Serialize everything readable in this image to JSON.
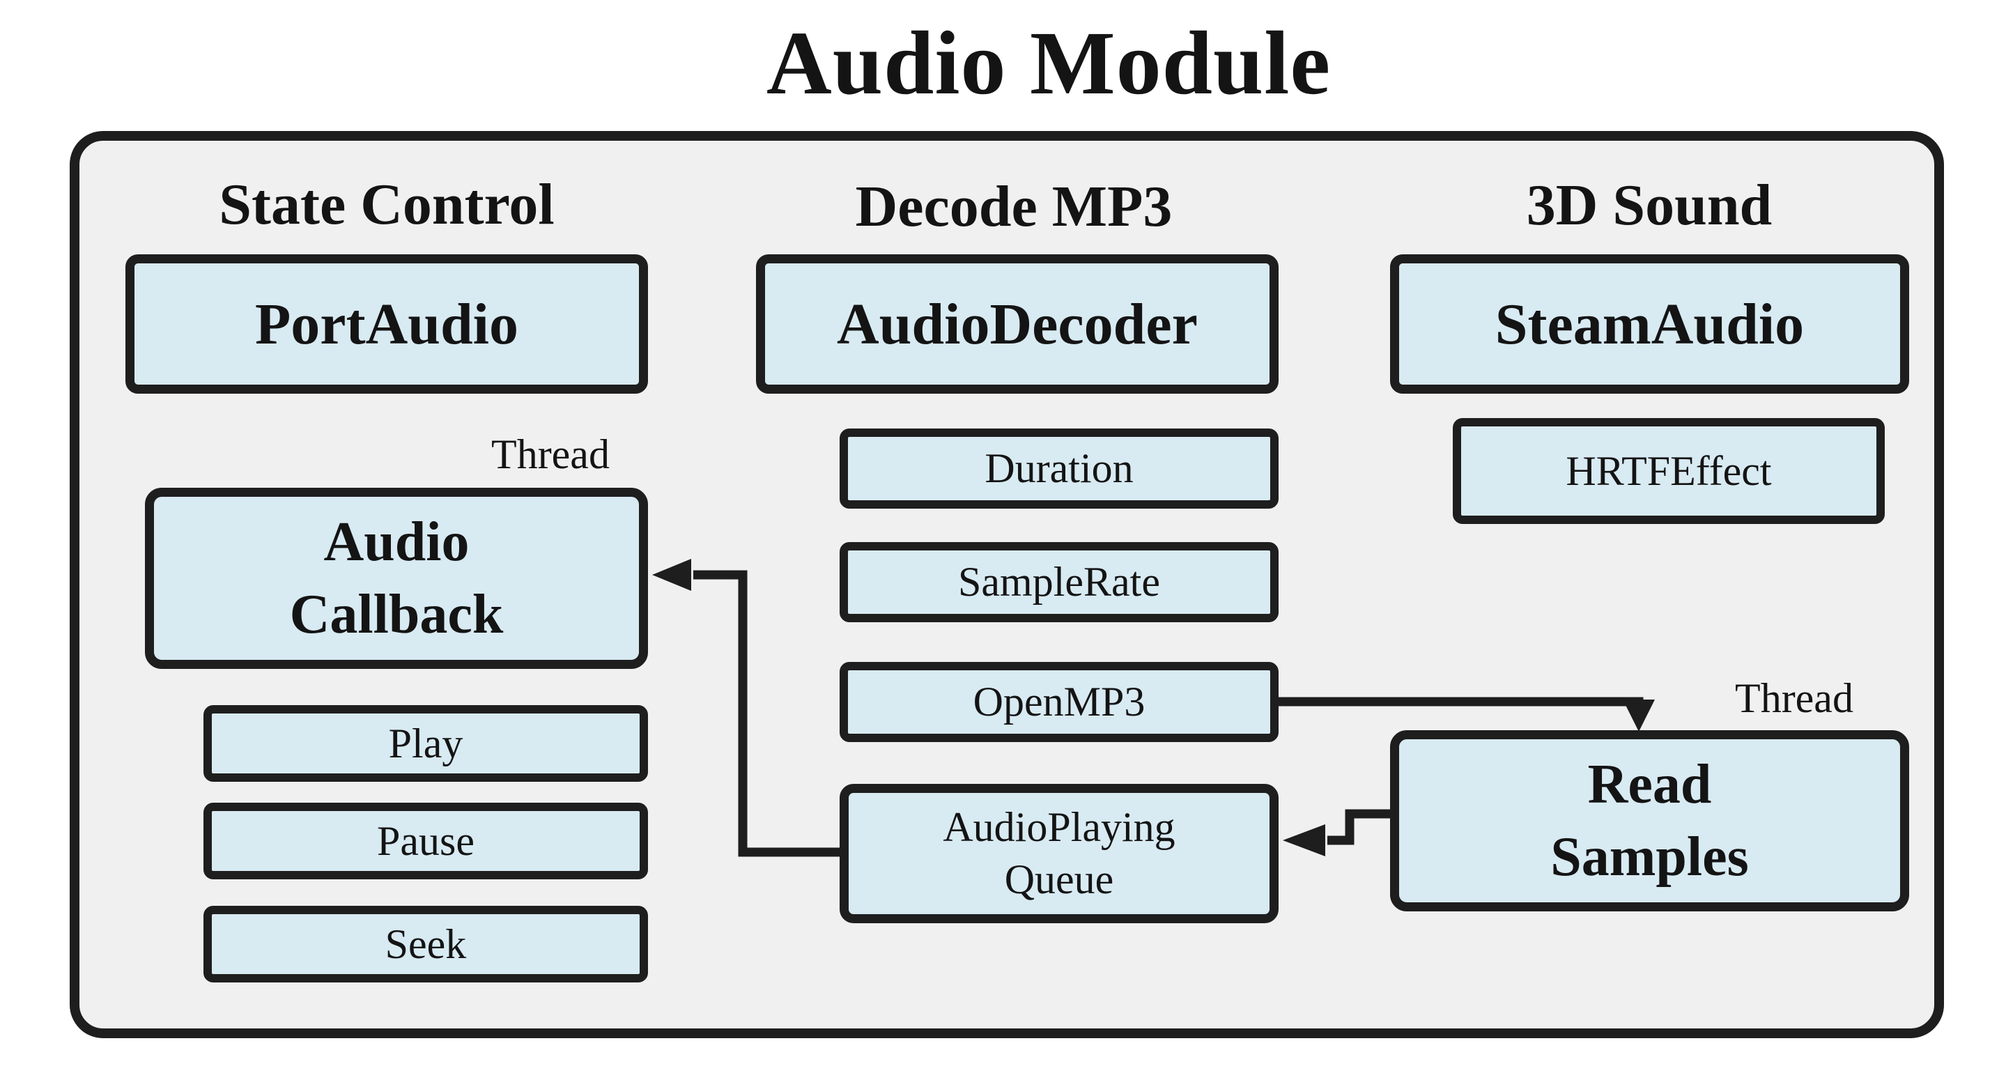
{
  "title": "Audio Module",
  "colors": {
    "page-bg": "#ffffff",
    "panel-fill": "#f0f0f0",
    "box-fill": "#d8eaf2",
    "line": "#1e1e1e"
  },
  "sections": {
    "state_control": "State Control",
    "decode_mp3": "Decode MP3",
    "sound_3d": "3D Sound"
  },
  "nodes": {
    "port_audio": "PortAudio",
    "audio_decoder": "AudioDecoder",
    "steam_audio": "SteamAudio",
    "duration": "Duration",
    "sample_rate": "SampleRate",
    "open_mp3": "OpenMP3",
    "audio_playing_queue": "AudioPlaying\nQueue",
    "hrtf_effect": "HRTFEffect",
    "audio_callback": "Audio\nCallback",
    "read_samples": "Read\nSamples",
    "play": "Play",
    "pause": "Pause",
    "seek": "Seek"
  },
  "annotations": {
    "thread_left": "Thread",
    "thread_right": "Thread"
  },
  "connections": [
    {
      "from": "open_mp3",
      "to": "read_samples"
    },
    {
      "from": "read_samples",
      "to": "audio_playing_queue"
    },
    {
      "from": "audio_playing_queue",
      "to": "audio_callback"
    }
  ]
}
